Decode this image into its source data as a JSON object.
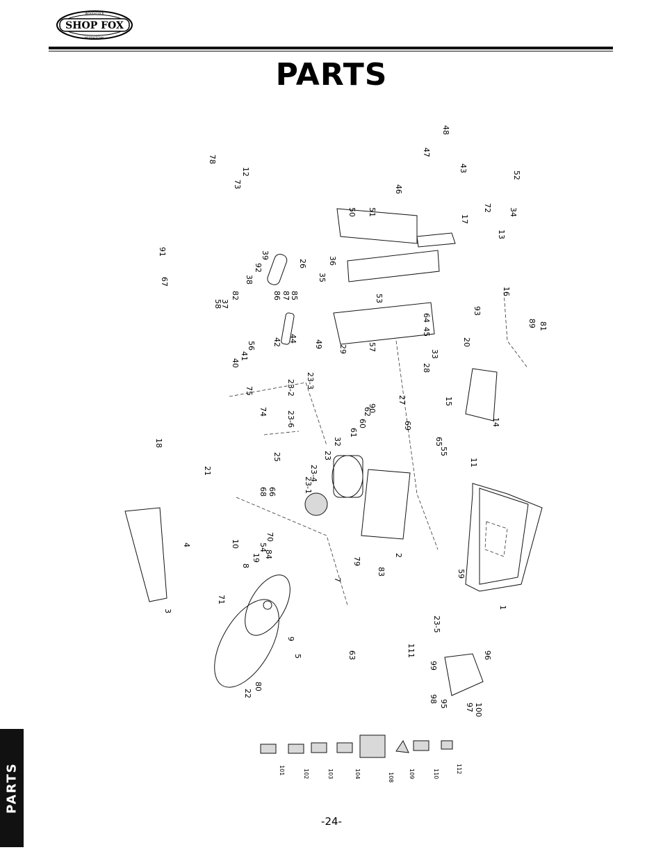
{
  "brand": {
    "logo_text": "SHOP FOX",
    "logo_ring_text": "WOODSTOCK INTERNATIONAL"
  },
  "page": {
    "title": "PARTS",
    "side_tab": "PARTS",
    "number": "-24-"
  },
  "diagram": {
    "callouts": [
      "1",
      "2",
      "3",
      "4",
      "5",
      "7",
      "8",
      "9",
      "10",
      "11",
      "12",
      "13",
      "14",
      "15",
      "16",
      "17",
      "18",
      "19",
      "20",
      "21",
      "22",
      "23",
      "23-1",
      "23-2",
      "23-3",
      "23-4",
      "23-5",
      "23-6",
      "25",
      "26",
      "27",
      "28",
      "29",
      "32",
      "33",
      "34",
      "35",
      "36",
      "37",
      "38",
      "39",
      "40",
      "41",
      "42",
      "43",
      "44",
      "45",
      "46",
      "47",
      "48",
      "49",
      "50",
      "51",
      "52",
      "53",
      "54",
      "55",
      "56",
      "57",
      "58",
      "59",
      "60",
      "61",
      "62",
      "63",
      "64",
      "65",
      "66",
      "67",
      "68",
      "69",
      "70",
      "71",
      "72",
      "73",
      "74",
      "75",
      "78",
      "79",
      "80",
      "81",
      "82",
      "83",
      "84",
      "85",
      "86",
      "87",
      "89",
      "90",
      "91",
      "92",
      "93",
      "95",
      "96",
      "97",
      "98",
      "99",
      "100",
      "101",
      "102",
      "103",
      "104",
      "108",
      "109",
      "110",
      "111",
      "112"
    ]
  }
}
